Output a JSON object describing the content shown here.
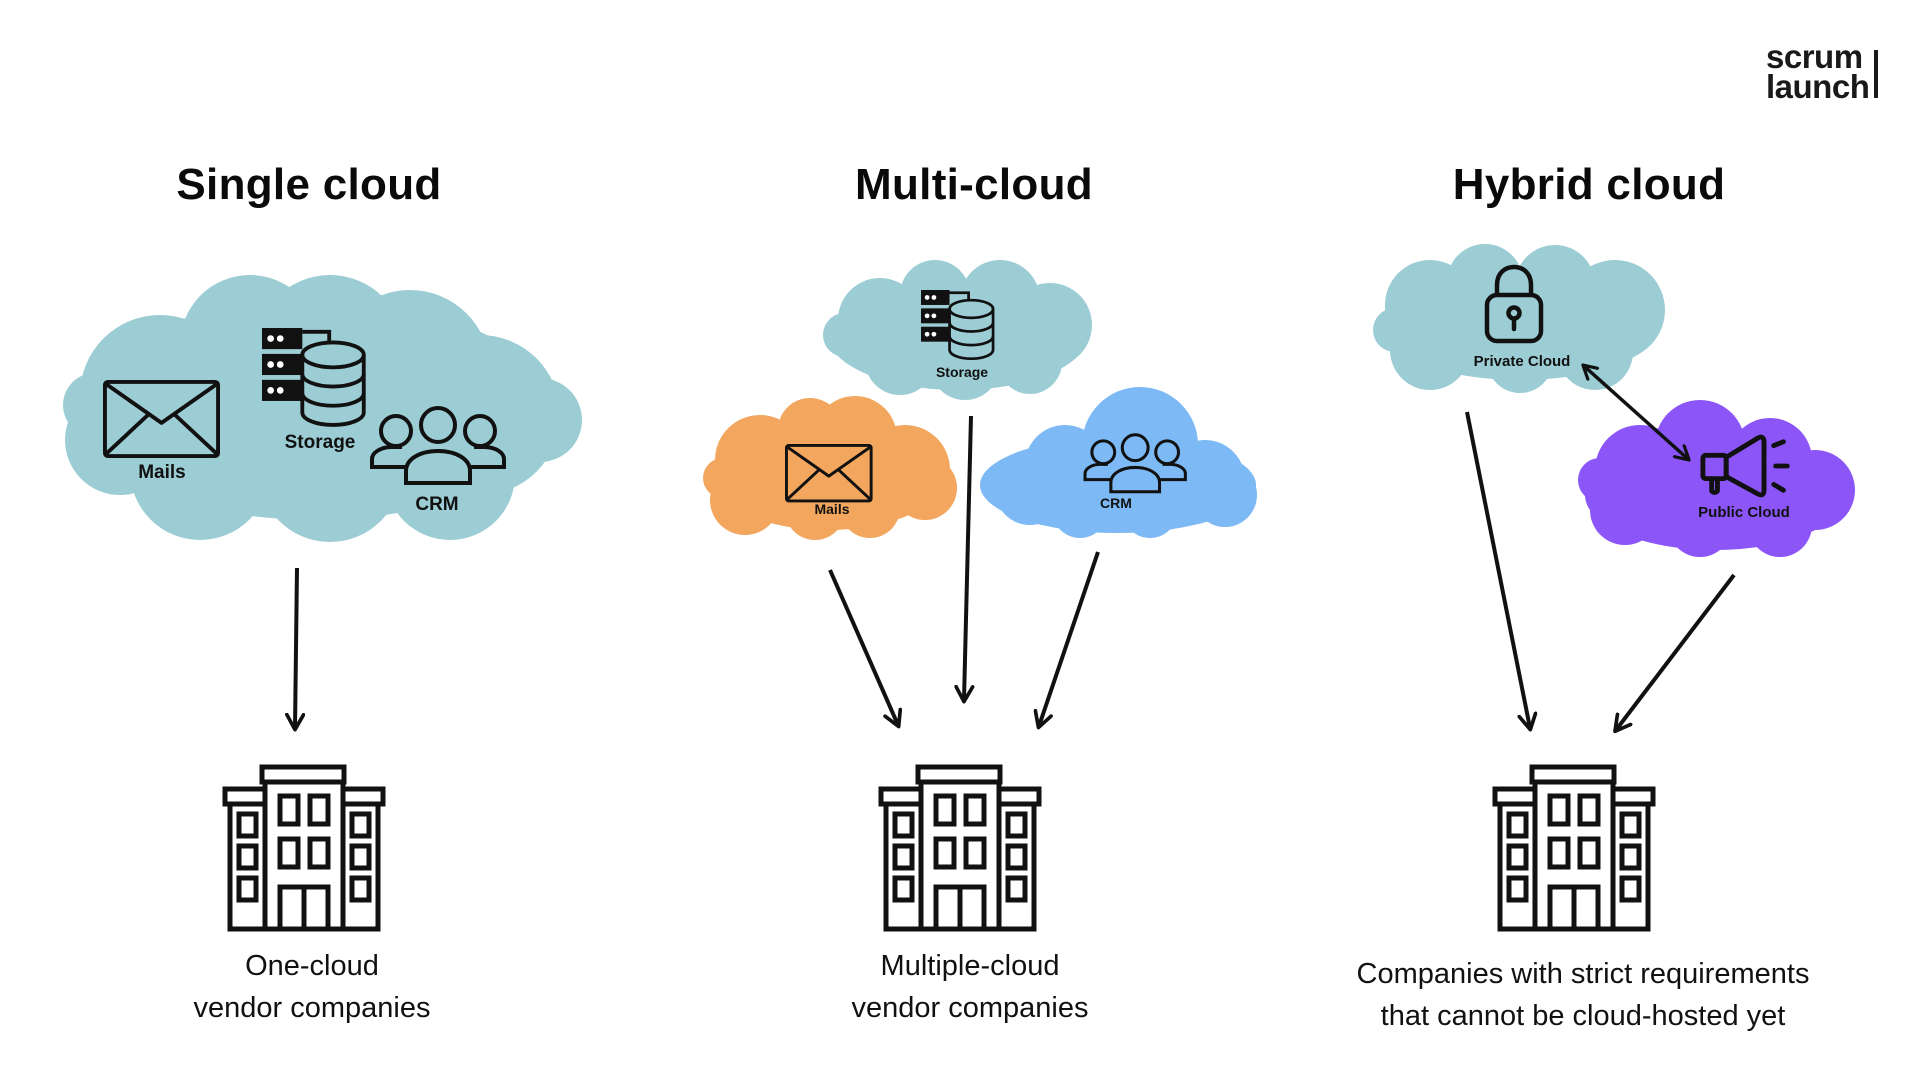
{
  "brand": {
    "line1": "scrum",
    "line2": "launch"
  },
  "colors": {
    "teal_cloud": "#9CCDD4",
    "orange_cloud": "#F2A65E",
    "blue_cloud": "#7DB9F5",
    "purple_cloud": "#8B55F7",
    "ink": "#111111"
  },
  "columns": [
    {
      "title": "Single cloud",
      "clouds": [
        {
          "services": [
            {
              "icon": "mail-icon",
              "label": "Mails"
            },
            {
              "icon": "storage-icon",
              "label": "Storage"
            },
            {
              "icon": "crm-people-icon",
              "label": "CRM"
            }
          ]
        }
      ],
      "building_icon": "office-building-icon",
      "caption": [
        "One-cloud",
        "vendor companies"
      ]
    },
    {
      "title": "Multi-cloud",
      "clouds": [
        {
          "services": [
            {
              "icon": "storage-icon",
              "label": "Storage"
            }
          ]
        },
        {
          "services": [
            {
              "icon": "mail-icon",
              "label": "Mails"
            }
          ]
        },
        {
          "services": [
            {
              "icon": "crm-people-icon",
              "label": "CRM"
            }
          ]
        }
      ],
      "building_icon": "office-building-icon",
      "caption": [
        "Multiple-cloud",
        "vendor companies"
      ]
    },
    {
      "title": "Hybrid cloud",
      "clouds": [
        {
          "services": [
            {
              "icon": "lock-icon",
              "label": "Private Cloud"
            }
          ]
        },
        {
          "services": [
            {
              "icon": "megaphone-icon",
              "label": "Public Cloud"
            }
          ]
        }
      ],
      "building_icon": "office-building-icon",
      "caption": [
        "Companies with strict requirements",
        "that cannot be cloud-hosted yet"
      ]
    }
  ]
}
